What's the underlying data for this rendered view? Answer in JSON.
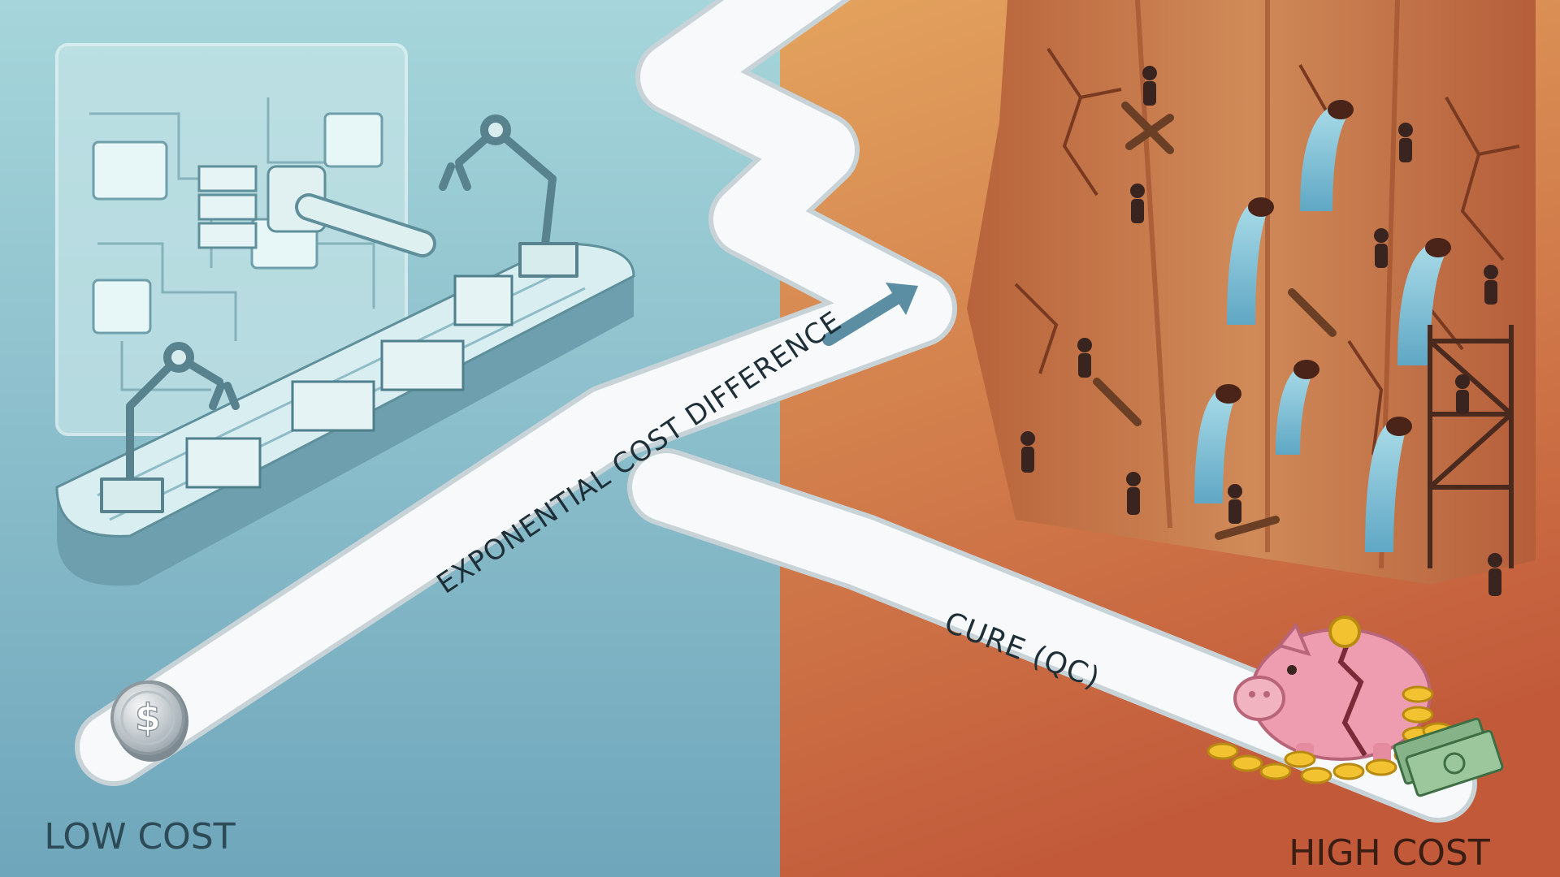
{
  "labels": {
    "low_cost": "LOW COST",
    "high_cost": "HIGH COST",
    "path_main": "EXPONENTIAL COST DIFFERENCE",
    "path_branch": "CURE (QC)"
  },
  "icons": {
    "start_coin": "dollar-coin-icon",
    "piggy_bank": "broken-piggy-bank-icon",
    "cash": "cash-stack-icon",
    "arrow": "arrow-right-icon"
  },
  "colors": {
    "low_side_top": "#a6d6db",
    "low_side_bottom": "#6fa6bb",
    "high_side_top": "#e3a35e",
    "high_side_bottom": "#c25a3a",
    "path": "#f7f9fb",
    "wall": "#c9774b",
    "crack": "#7a3a22",
    "water": "#8cc9df",
    "worker": "#3a2420",
    "coin_gold": "#f2c230",
    "machine": "#cfe8ea",
    "machine_dark": "#7fb0b8",
    "label_text": "#1e2f38",
    "low_text": "#2d4a57",
    "high_text": "#3a1e14"
  }
}
